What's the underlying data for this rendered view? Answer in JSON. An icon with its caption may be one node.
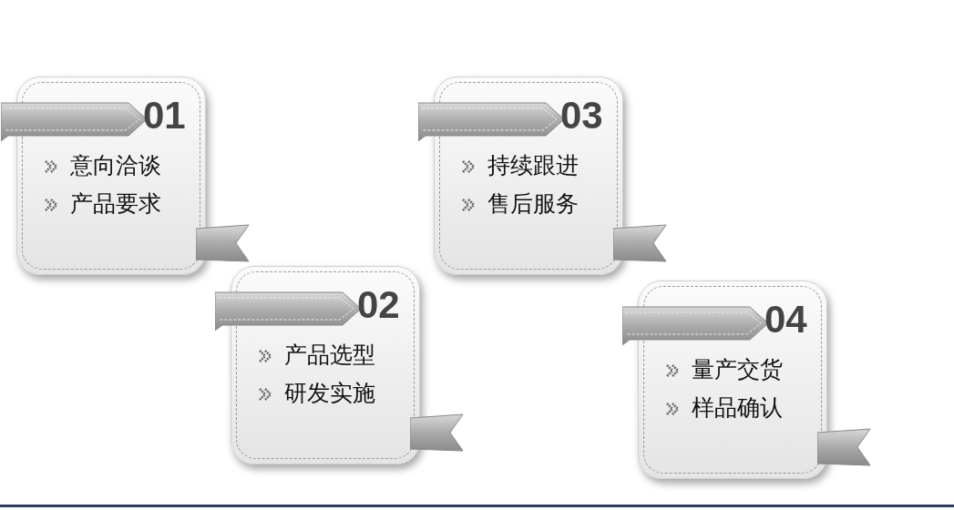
{
  "diagram": {
    "nodes": [
      {
        "text": [
          "01",
          "意向洽谈",
          "产品要求"
        ]
      },
      {
        "text": [
          "02",
          "产品选型",
          "研发实施"
        ]
      },
      {
        "text": [
          "03",
          "持续跟进",
          "售后服务"
        ]
      },
      {
        "text": [
          "04",
          "量产交货",
          "样品确认"
        ]
      }
    ]
  }
}
